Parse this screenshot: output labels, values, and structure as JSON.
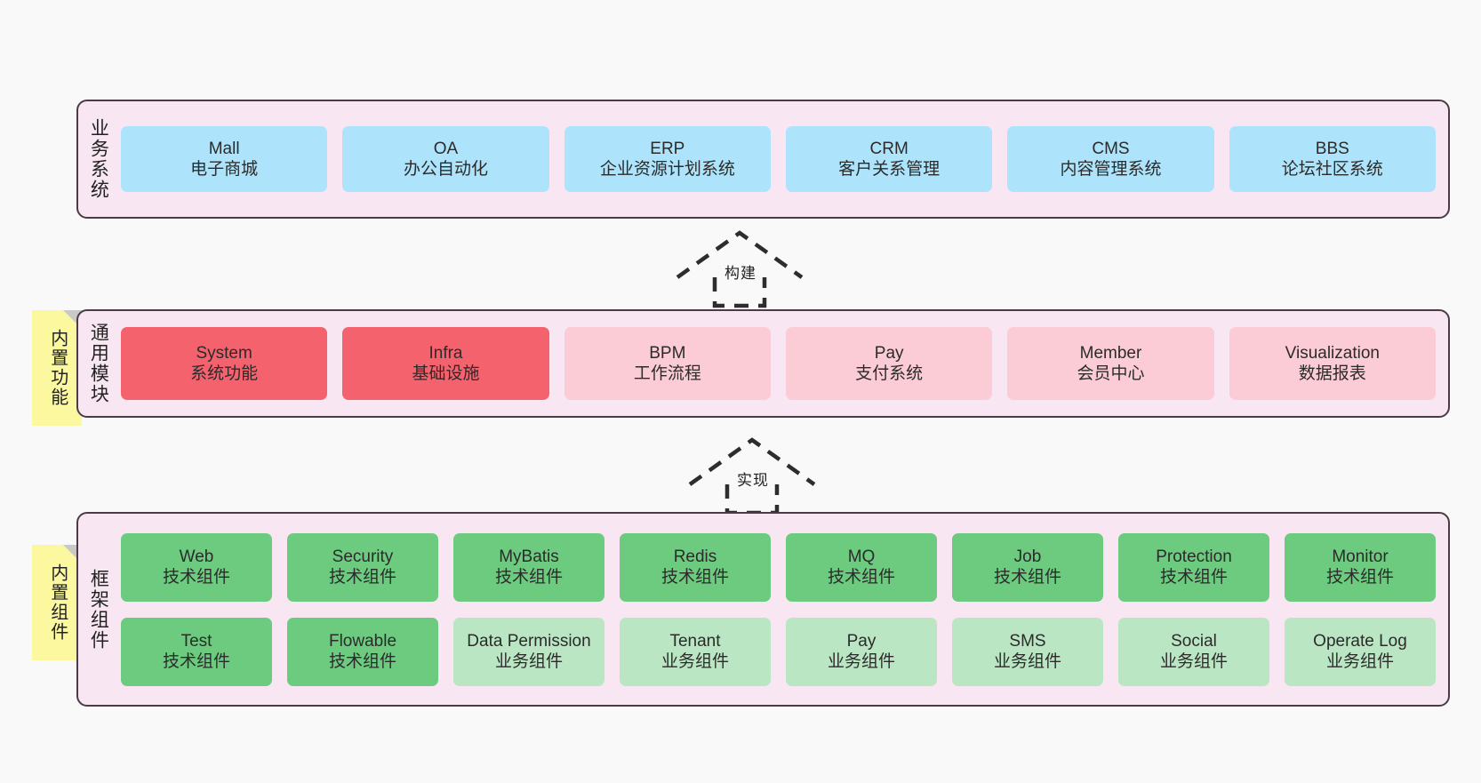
{
  "diagram": {
    "title": "",
    "background": "#f9f9f9",
    "panel_fill": "#f8e7f2",
    "panel_border": "#4a3b44",
    "sticky_fill": "#fbf8a0"
  },
  "layers": {
    "business": {
      "label": "业务系统",
      "color": "#ade4fb",
      "nodes": [
        {
          "name": "Mall",
          "desc": "电子商城"
        },
        {
          "name": "OA",
          "desc": "办公自动化"
        },
        {
          "name": "ERP",
          "desc": "企业资源计划系统"
        },
        {
          "name": "CRM",
          "desc": "客户关系管理"
        },
        {
          "name": "CMS",
          "desc": "内容管理系统"
        },
        {
          "name": "BBS",
          "desc": "论坛社区系统"
        }
      ]
    },
    "common": {
      "label": "通用模块",
      "sticky": "内置功能",
      "color_primary": "#f4626d",
      "color_secondary": "#fbccd5",
      "nodes": [
        {
          "name": "System",
          "desc": "系统功能",
          "variant": "c-red"
        },
        {
          "name": "Infra",
          "desc": "基础设施",
          "variant": "c-red"
        },
        {
          "name": "BPM",
          "desc": "工作流程",
          "variant": "c-pink"
        },
        {
          "name": "Pay",
          "desc": "支付系统",
          "variant": "c-pink"
        },
        {
          "name": "Member",
          "desc": "会员中心",
          "variant": "c-pink"
        },
        {
          "name": "Visualization",
          "desc": "数据报表",
          "variant": "c-pink"
        }
      ]
    },
    "framework": {
      "label": "框架组件",
      "sticky": "内置组件",
      "color_primary": "#6ccb7f",
      "color_secondary": "#bbe6c3",
      "row1": [
        {
          "name": "Web",
          "desc": "技术组件"
        },
        {
          "name": "Security",
          "desc": "技术组件"
        },
        {
          "name": "MyBatis",
          "desc": "技术组件"
        },
        {
          "name": "Redis",
          "desc": "技术组件"
        },
        {
          "name": "MQ",
          "desc": "技术组件"
        },
        {
          "name": "Job",
          "desc": "技术组件"
        },
        {
          "name": "Protection",
          "desc": "技术组件"
        },
        {
          "name": "Monitor",
          "desc": "技术组件"
        }
      ],
      "row2": [
        {
          "name": "Test",
          "desc": "技术组件",
          "variant": "c-green"
        },
        {
          "name": "Flowable",
          "desc": "技术组件",
          "variant": "c-green"
        },
        {
          "name": "Data Permission",
          "desc": "业务组件",
          "variant": "c-green-l"
        },
        {
          "name": "Tenant",
          "desc": "业务组件",
          "variant": "c-green-l"
        },
        {
          "name": "Pay",
          "desc": "业务组件",
          "variant": "c-green-l"
        },
        {
          "name": "SMS",
          "desc": "业务组件",
          "variant": "c-green-l"
        },
        {
          "name": "Social",
          "desc": "业务组件",
          "variant": "c-green-l"
        },
        {
          "name": "Operate Log",
          "desc": "业务组件",
          "variant": "c-green-l"
        }
      ]
    }
  },
  "connectors": [
    {
      "id": "build",
      "label": "构建",
      "style": "dashed-hollow-arrow-up"
    },
    {
      "id": "implement",
      "label": "实现",
      "style": "dashed-hollow-arrow-up"
    }
  ]
}
